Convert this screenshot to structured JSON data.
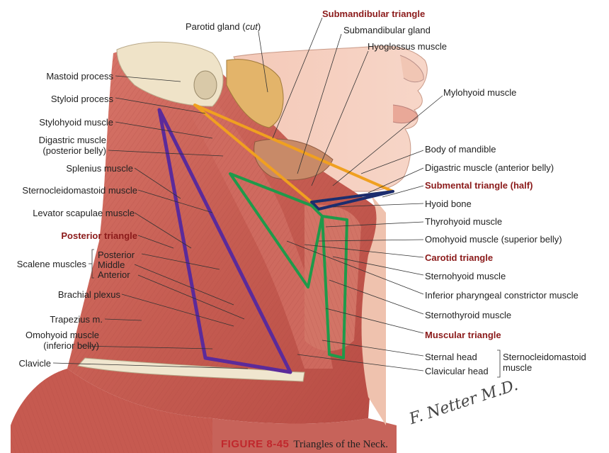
{
  "labels": {
    "parotid_gland": "Parotid gland",
    "parotid_cut": "cut",
    "submandibular_triangle": "Submandibular triangle",
    "submandibular_gland": "Submandibular gland",
    "hyoglossus": "Hyoglossus muscle",
    "mylohyoid": "Mylohyoid muscle",
    "body_mandible": "Body of mandible",
    "digastric_anterior": "Digastric muscle (anterior belly)",
    "submental_triangle": "Submental triangle (half)",
    "hyoid_bone": "Hyoid bone",
    "thyrohyoid": "Thyrohyoid muscle",
    "omohyoid_superior": "Omohyoid muscle (superior belly)",
    "carotid_triangle": "Carotid triangle",
    "sternohyoid": "Sternohyoid muscle",
    "inferior_pharyngeal": "Inferior pharyngeal constrictor muscle",
    "sternothyroid": "Sternothyroid muscle",
    "muscular_triangle": "Muscular triangle",
    "sternal_head": "Sternal head",
    "clavicular_head": "Clavicular head",
    "scm_group_1": "Sternocleidomastoid",
    "scm_group_2": "muscle",
    "mastoid_process": "Mastoid process",
    "styloid_process": "Styloid process",
    "stylohyoid": "Stylohyoid muscle",
    "digastric_posterior_1": "Digastric muscle",
    "digastric_posterior_2": "(posterior belly)",
    "splenius": "Splenius muscle",
    "sternocleidomastoid": "Sternocleidomastoid muscle",
    "levator_scapulae": "Levator scapulae muscle",
    "posterior_triangle": "Posterior triangle",
    "scalene_muscles": "Scalene muscles",
    "scalene_posterior": "Posterior",
    "scalene_middle": "Middle",
    "scalene_anterior": "Anterior",
    "brachial_plexus": "Brachial plexus",
    "trapezius": "Trapezius m.",
    "omohyoid_inferior_1": "Omohyoid muscle",
    "omohyoid_inferior_2": "(inferior belly)",
    "clavicle": "Clavicle"
  },
  "caption": {
    "figure": "FIGURE 8-45",
    "text": "Triangles of the Neck."
  },
  "signature": "F. Netter M.D.",
  "colors": {
    "submandibular_outline": "#f0a020",
    "submental_outline": "#1c2d6e",
    "carotid_outline": "#1f9a4a",
    "posterior_outline": "#5b2a9a",
    "label_red": "#8b1a1a",
    "muscle": "#c8645a",
    "skin": "#f2c2b0"
  }
}
